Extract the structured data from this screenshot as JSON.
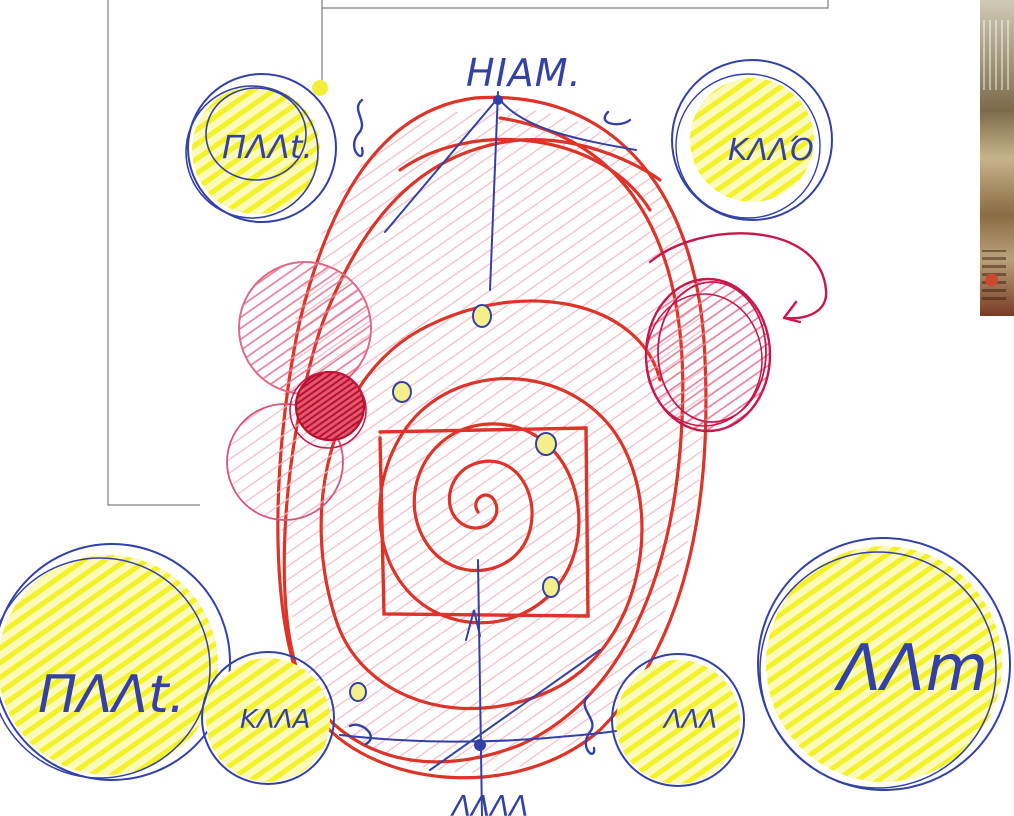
{
  "labels": {
    "top": "HIAM.",
    "top_left_circle": "ΠΛΛt.",
    "top_right_circle": "ΚΛΛΌ",
    "bottom_left_big": "ΠΛΛt.",
    "bottom_left_small": "ΚΛΛΑ",
    "bottom_right_small": "ΛΛΛ",
    "bottom_right_big": "ΛΛm",
    "bottom": "ΛΛΛΛ"
  },
  "colors": {
    "ink_blue": "#3340a8",
    "ink_red": "#dd3328",
    "ink_crimson": "#c8174a",
    "hatch_pink": "#ee9fb0",
    "marker_yellow": "#f3f127"
  }
}
